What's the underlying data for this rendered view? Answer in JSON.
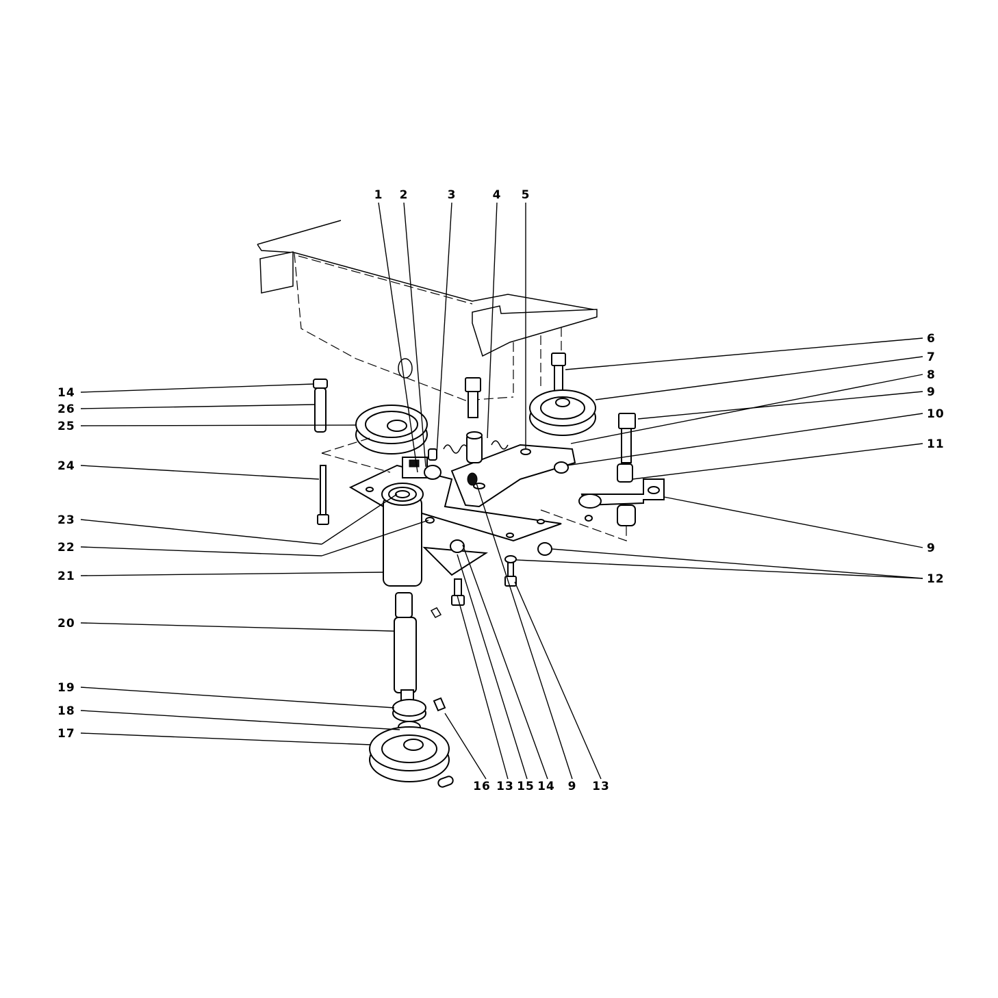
{
  "diagram": {
    "callouts_top": [
      "1",
      "2",
      "3",
      "4",
      "5"
    ],
    "callouts_left": [
      "14",
      "26",
      "25",
      "24",
      "23",
      "22",
      "21",
      "20",
      "19",
      "18",
      "17"
    ],
    "callouts_right": [
      "6",
      "7",
      "8",
      "9",
      "10",
      "11",
      "9",
      "12"
    ],
    "callouts_bottom": [
      "16",
      "13",
      "15",
      "14",
      "9",
      "13"
    ]
  },
  "colors": {
    "line": "#000000",
    "background": "#ffffff"
  }
}
